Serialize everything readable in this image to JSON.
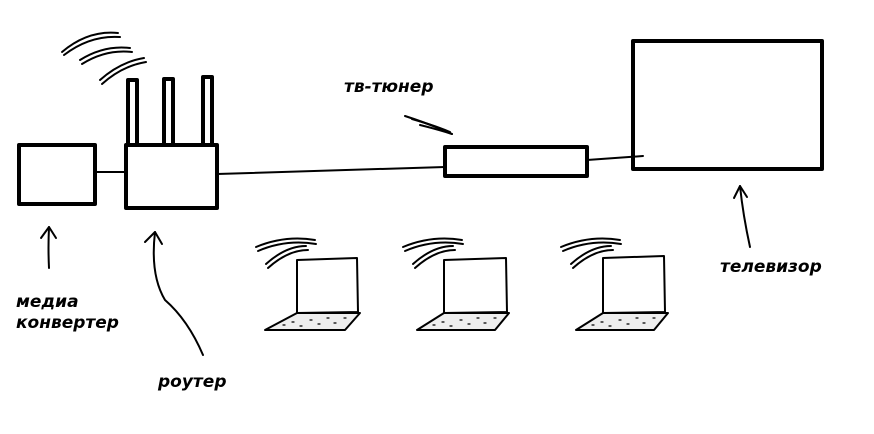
{
  "labels": {
    "media_converter_line1": "медиа",
    "media_converter_line2": "конвертер",
    "router": "роутер",
    "tv_tuner": "тв-тюнер",
    "tv": "телевизор"
  },
  "colors": {
    "stroke": "#000000",
    "background": "#ffffff",
    "keyboard_fill": "#eeeeee"
  },
  "icons": {
    "wifi": "wifi-waves-icon",
    "laptop": "laptop-icon",
    "arrow": "hand-drawn-arrow-icon"
  }
}
